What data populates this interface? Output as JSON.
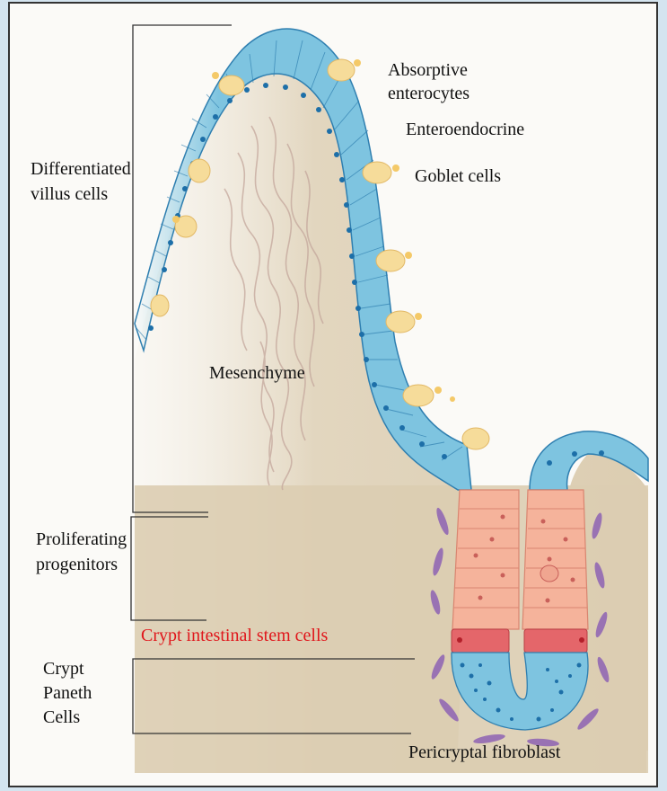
{
  "labels": {
    "absorptive_1": "Absorptive",
    "absorptive_2": "enterocytes",
    "enteroendocrine": "Enteroendocrine",
    "goblet": "Goblet cells",
    "differentiated_1": "Differentiated",
    "differentiated_2": "villus cells",
    "mesenchyme": "Mesenchyme",
    "proliferating_1": "Proliferating",
    "proliferating_2": "progenitors",
    "stem_cells": "Crypt intestinal stem cells",
    "paneth_1": "Crypt",
    "paneth_2": "Paneth",
    "paneth_3": "Cells",
    "fibroblast": "Pericryptal fibroblast"
  },
  "colors": {
    "page_bg": "#cfe0ec",
    "panel_bg": "#fbfaf7",
    "mesenchyme": "#ddcfb4",
    "epithelium": "#7ec4e0",
    "epithelium_stroke": "#2f7fb0",
    "nucleus": "#1d6fa8",
    "goblet": "#f6dc9a",
    "progenitor": "#f5b39b",
    "stem_band": "#e4666a",
    "fibroblast": "#8e63b4",
    "stem_label": "#e0161b"
  }
}
